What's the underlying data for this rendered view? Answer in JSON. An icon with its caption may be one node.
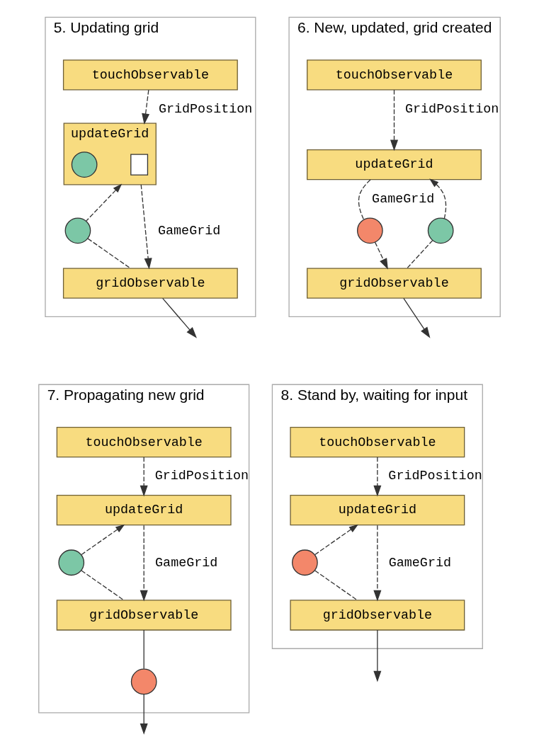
{
  "diagram": {
    "nodes": [
      {
        "text": [
          "5. Updating grid"
        ]
      },
      {
        "text": [
          "touchObservable"
        ],
        "in": 0
      },
      {
        "text": [
          "updateGrid"
        ],
        "in": 0
      },
      {
        "text": [],
        "shape": "box",
        "in": 2
      },
      {
        "text": [],
        "shape": "circle",
        "in": 2
      },
      {
        "text": [],
        "shape": "circle",
        "in": 0
      },
      {
        "text": [
          "gridObservable"
        ],
        "in": 0
      },
      {
        "text": [
          "6. New, updated, grid created"
        ]
      },
      {
        "text": [
          "touchObservable"
        ],
        "in": 7
      },
      {
        "text": [
          "updateGrid"
        ],
        "in": 7
      },
      {
        "text": [],
        "shape": "circle",
        "in": 7
      },
      {
        "text": [],
        "shape": "circle",
        "in": 7
      },
      {
        "text": [
          "gridObservable"
        ],
        "in": 7
      },
      {
        "text": [
          "7. Propagating new grid"
        ]
      },
      {
        "text": [
          "touchObservable"
        ],
        "in": 13
      },
      {
        "text": [
          "updateGrid"
        ],
        "in": 13
      },
      {
        "text": [],
        "shape": "circle",
        "in": 13
      },
      {
        "text": [
          "gridObservable"
        ],
        "in": 13
      },
      {
        "text": [],
        "shape": "circle",
        "in": 13
      },
      {
        "text": [
          "8. Stand by, waiting for input"
        ]
      },
      {
        "text": [
          "touchObservable"
        ],
        "in": 19
      },
      {
        "text": [
          "updateGrid"
        ],
        "in": 19
      },
      {
        "text": [],
        "shape": "circle",
        "in": 19
      },
      {
        "text": [
          "gridObservable"
        ],
        "in": 19
      }
    ],
    "edges": [
      {
        "from": 1,
        "to": 2,
        "arrow": "to",
        "label": "GridPosition",
        "style": "dashed"
      },
      {
        "from": 2,
        "to": 6,
        "arrow": "to",
        "label": "GameGrid",
        "style": "dashed"
      },
      {
        "from": 6,
        "to": 5,
        "arrow": "none",
        "style": "dashed"
      },
      {
        "from": 5,
        "to": 2,
        "arrow": "to",
        "style": "dashed"
      },
      {
        "from": 6,
        "to": null,
        "arrow": "to"
      },
      {
        "from": 8,
        "to": 9,
        "arrow": "to",
        "label": "GridPosition",
        "style": "dashed"
      },
      {
        "from": 9,
        "to": 10,
        "arrow": "none",
        "label": "GameGrid",
        "style": "dashed"
      },
      {
        "from": 10,
        "to": 12,
        "arrow": "to",
        "style": "dashed"
      },
      {
        "from": 12,
        "to": 11,
        "arrow": "none",
        "style": "dashed"
      },
      {
        "from": 11,
        "to": 9,
        "arrow": "to",
        "style": "dashed"
      },
      {
        "from": 12,
        "to": null,
        "arrow": "to"
      },
      {
        "from": 14,
        "to": 15,
        "arrow": "to",
        "label": "GridPosition",
        "style": "dashed"
      },
      {
        "from": 15,
        "to": 17,
        "arrow": "to",
        "label": "GameGrid",
        "style": "dashed"
      },
      {
        "from": 17,
        "to": 16,
        "arrow": "none",
        "style": "dashed"
      },
      {
        "from": 16,
        "to": 15,
        "arrow": "to",
        "style": "dashed"
      },
      {
        "from": 17,
        "to": 18,
        "arrow": "none"
      },
      {
        "from": 18,
        "to": null,
        "arrow": "to"
      },
      {
        "from": 20,
        "to": 21,
        "arrow": "to",
        "label": "GridPosition",
        "style": "dashed"
      },
      {
        "from": 21,
        "to": 23,
        "arrow": "to",
        "label": "GameGrid",
        "style": "dashed"
      },
      {
        "from": 23,
        "to": 22,
        "arrow": "none",
        "style": "dashed"
      },
      {
        "from": 22,
        "to": 21,
        "arrow": "to",
        "style": "dashed"
      },
      {
        "from": 23,
        "to": null,
        "arrow": "to"
      }
    ]
  }
}
